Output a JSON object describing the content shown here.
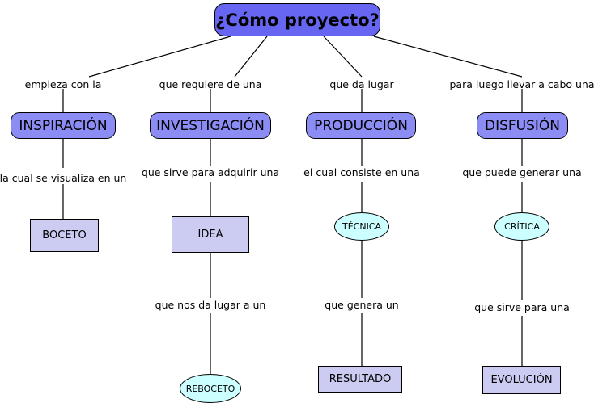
{
  "diagram": {
    "title": "¿Cómo proyecto?",
    "type": "concept-map",
    "colors": {
      "root_fill": "#6666f2",
      "category_fill": "#8c8cf5",
      "rect_fill": "#ccccf2",
      "ellipse_fill": "#ccffff",
      "stroke": "#000000",
      "background": "#ffffff",
      "text": "#000000"
    },
    "root": {
      "label": "¿Cómo proyecto?"
    },
    "branches": [
      {
        "link_label": "empieza con la",
        "category": "INSPIRACIÓN",
        "sub_link_label": "la cual se visualiza en un",
        "sub_node": "BOCETO",
        "sub_node_shape": "rect"
      },
      {
        "link_label": "que requiere de una",
        "category": "INVESTIGACIÓN",
        "sub_link_label": "que sirve para adquirir una",
        "sub_node": "IDEA",
        "sub_node_shape": "rect",
        "tail_link_label": "que nos da lugar a un",
        "tail_node": "REBOCETO",
        "tail_node_shape": "ellipse"
      },
      {
        "link_label": "que da lugar",
        "category": "PRODUCCIÓN",
        "sub_link_label": "el cual consiste en una",
        "sub_node": "TÉCNICA",
        "sub_node_shape": "ellipse",
        "tail_link_label": "que genera un",
        "tail_node": "RESULTADO",
        "tail_node_shape": "rect"
      },
      {
        "link_label": "para luego llevar a cabo una",
        "category": "DISFUSIÓN",
        "sub_link_label": "que puede generar una",
        "sub_node": "CRÍTICA",
        "sub_node_shape": "ellipse",
        "tail_link_label": "que sirve para una",
        "tail_node": "EVOLUCIÓN",
        "tail_node_shape": "rect"
      }
    ]
  }
}
